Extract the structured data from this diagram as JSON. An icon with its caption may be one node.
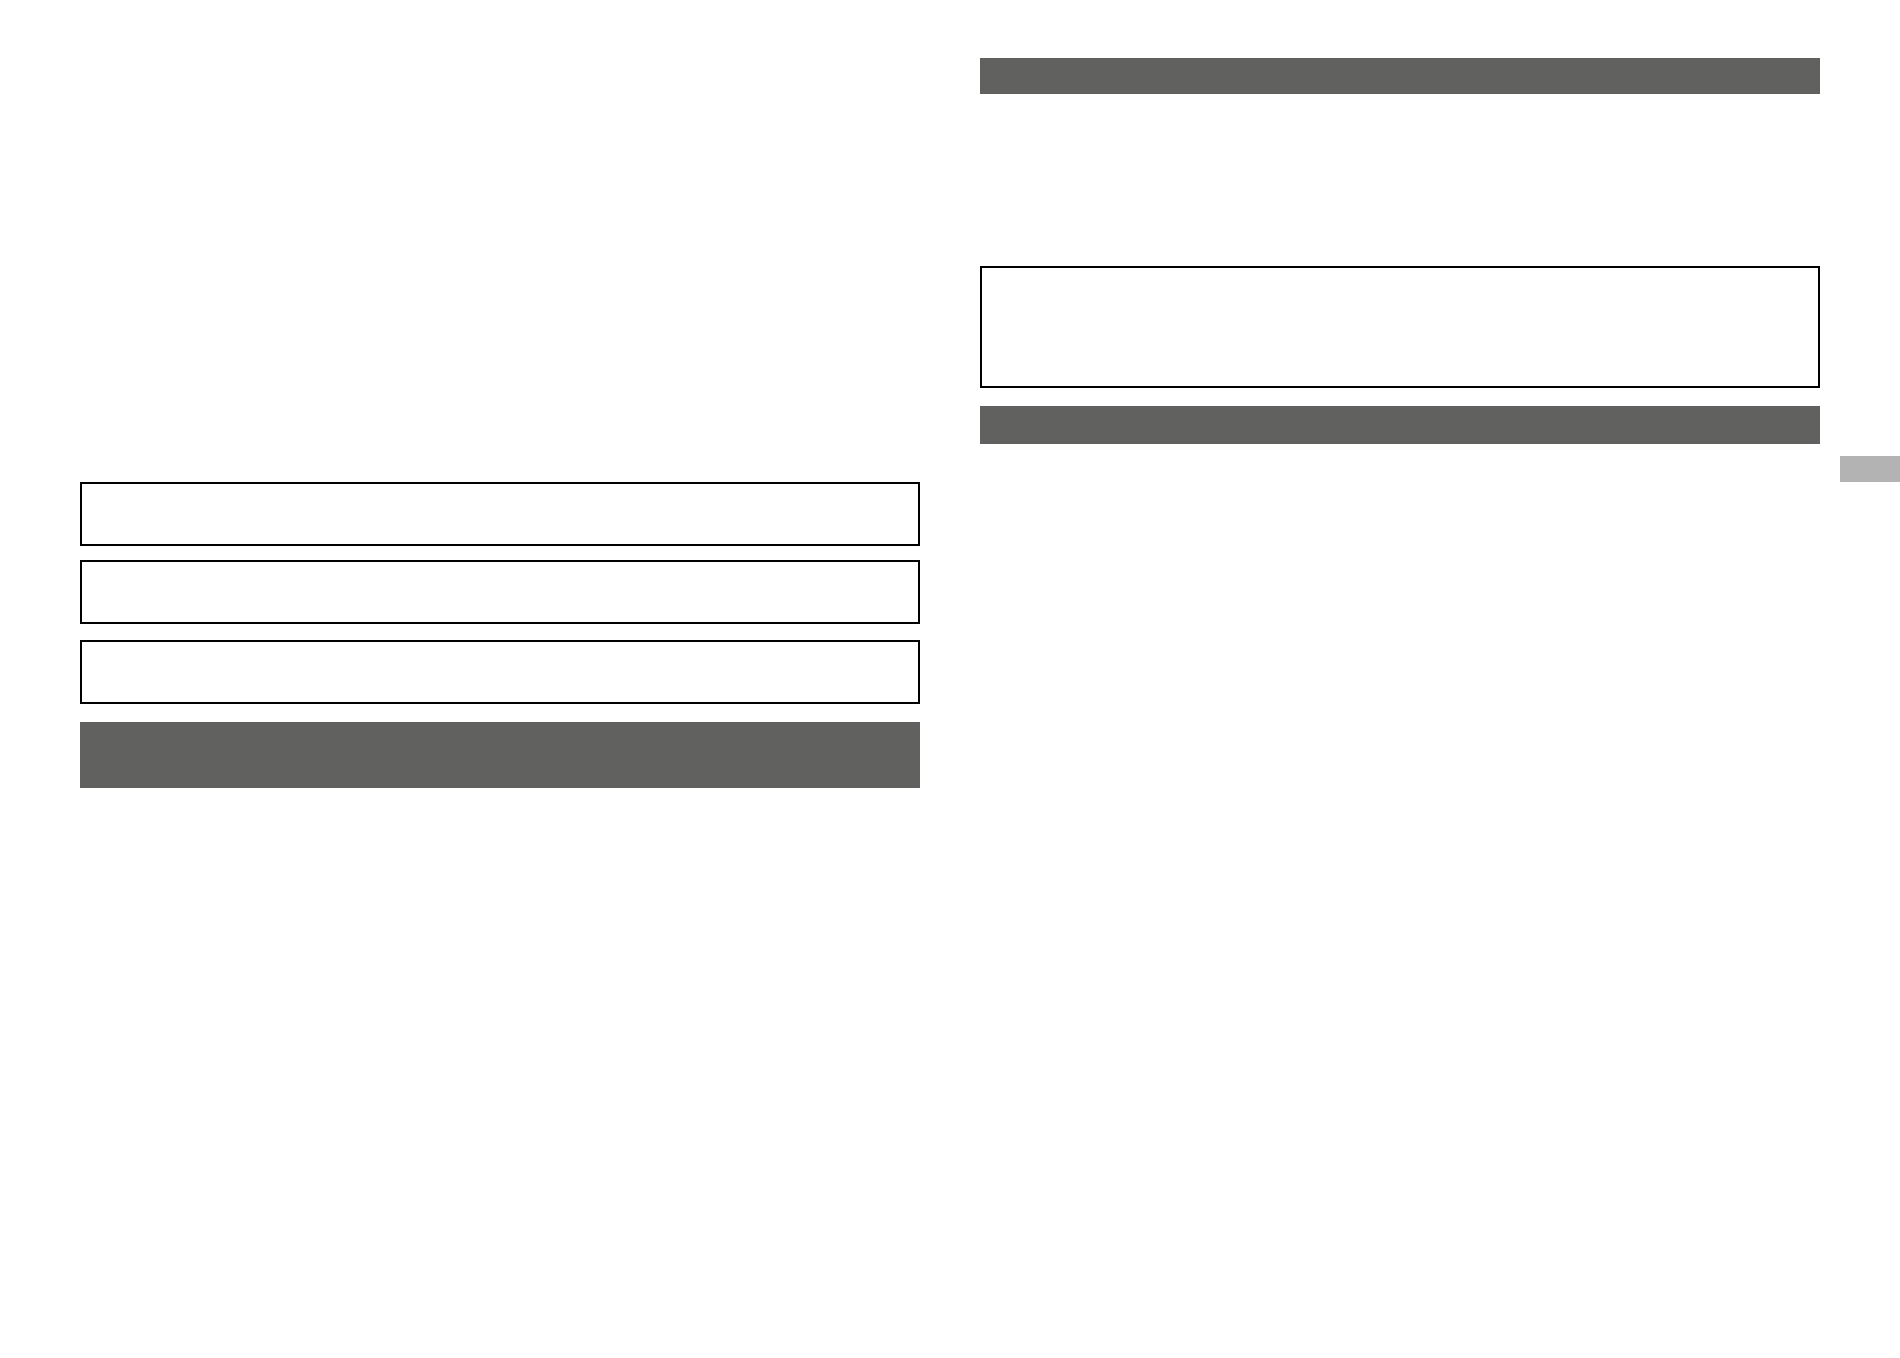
{
  "diagram": {
    "nodes": [
      {
        "text": [],
        "shape": "box"
      },
      {
        "text": [],
        "shape": "box"
      },
      {
        "text": [],
        "shape": "box"
      },
      {
        "text": [],
        "shape": "bar"
      },
      {
        "text": [],
        "shape": "bar"
      },
      {
        "text": [],
        "shape": "box"
      },
      {
        "text": [],
        "shape": "bar"
      },
      {
        "text": [],
        "shape": "bar"
      }
    ],
    "edges": []
  }
}
